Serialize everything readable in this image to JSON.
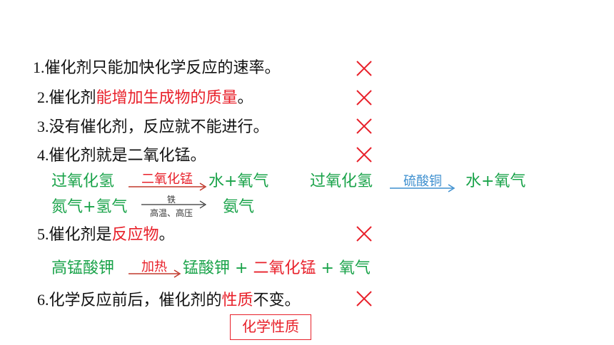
{
  "statements": [
    {
      "num": "1.",
      "text": "催化剂只能加快化学反应的速率。"
    },
    {
      "num": "2.",
      "text_a": "催化剂",
      "text_b": "能增加生成物的质量",
      "text_c": "。"
    },
    {
      "num": "3.",
      "text": "没有催化剂，反应就不能进行。"
    },
    {
      "num": "4.",
      "text": "催化剂就是二氧化锰。"
    },
    {
      "num": "5.",
      "text_a": "催化剂是",
      "text_b": "反应物",
      "text_c": "。"
    },
    {
      "num": "6.",
      "text_a": "化学反应前后，催化剂的",
      "text_b": "性质",
      "text_c": "不变。"
    }
  ],
  "reactions": {
    "r1": {
      "reactant": "过氧化氢",
      "condition": "二氧化锰",
      "products": "水+氧气"
    },
    "r2": {
      "reactant": "过氧化氢",
      "condition": "硫酸铜",
      "products": "水+氧气"
    },
    "r3": {
      "reactant": "氮气+氢气",
      "condition_top": "铁",
      "condition_bottom": "高温、高压",
      "products": "氨气"
    },
    "r4": {
      "reactant": "高锰酸钾",
      "condition": "加热",
      "product1": "锰酸钾",
      "plus1": "+",
      "product2": "二氧化锰",
      "plus2": "+",
      "product3": "氧气"
    }
  },
  "tag": "化学性质",
  "colors": {
    "red": "#e8202a",
    "green": "#1aa34a",
    "blue": "#3d8fcf"
  }
}
